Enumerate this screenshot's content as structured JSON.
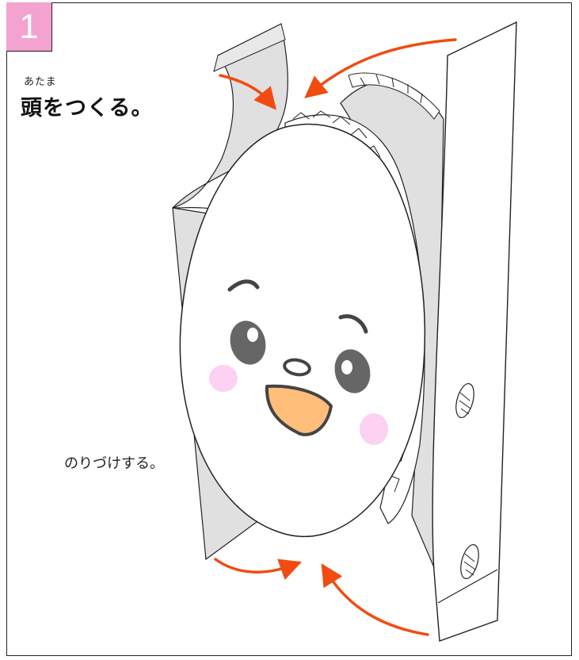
{
  "step": {
    "number": "1"
  },
  "heading": {
    "ruby": "あたま",
    "title": "頭をつくる。"
  },
  "instruction": {
    "glue_note": "のりづけする。"
  },
  "colors": {
    "badge": "#f4a2cf",
    "arrow": "#f04c12",
    "panel_shade": "#e0e0e0",
    "cheek": "#fcd1f1",
    "mouth": "#ffbe7a",
    "eye": "#666666"
  },
  "icons": [
    "curved-arrow-icon",
    "face-mascot"
  ]
}
